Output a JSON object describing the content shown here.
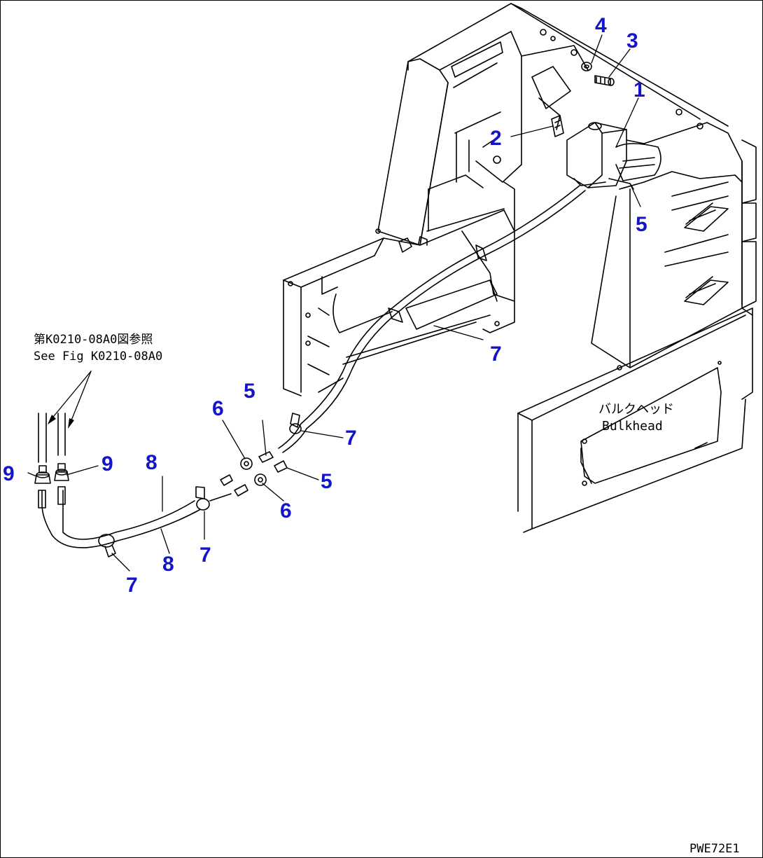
{
  "colors": {
    "line": "#000000",
    "callout": "#1414c8",
    "background": "#ffffff"
  },
  "reference_note": {
    "line1": "第K0210-08A0図参照",
    "line2": "See Fig K0210-08A0"
  },
  "bulkhead_label": {
    "jp": "バルクヘッド",
    "en": "Bulkhead"
  },
  "drawing_code": "PWE72E1",
  "callouts": [
    {
      "id": "c1",
      "text": "1"
    },
    {
      "id": "c2",
      "text": "2"
    },
    {
      "id": "c3",
      "text": "3"
    },
    {
      "id": "c4",
      "text": "4"
    },
    {
      "id": "c5a",
      "text": "5"
    },
    {
      "id": "c5b",
      "text": "5"
    },
    {
      "id": "c5c",
      "text": "5"
    },
    {
      "id": "c6a",
      "text": "6"
    },
    {
      "id": "c6b",
      "text": "6"
    },
    {
      "id": "c7a",
      "text": "7"
    },
    {
      "id": "c7b",
      "text": "7"
    },
    {
      "id": "c7c",
      "text": "7"
    },
    {
      "id": "c7d",
      "text": "7"
    },
    {
      "id": "c8a",
      "text": "8"
    },
    {
      "id": "c8b",
      "text": "8"
    },
    {
      "id": "c9a",
      "text": "9"
    },
    {
      "id": "c9b",
      "text": "9"
    }
  ]
}
